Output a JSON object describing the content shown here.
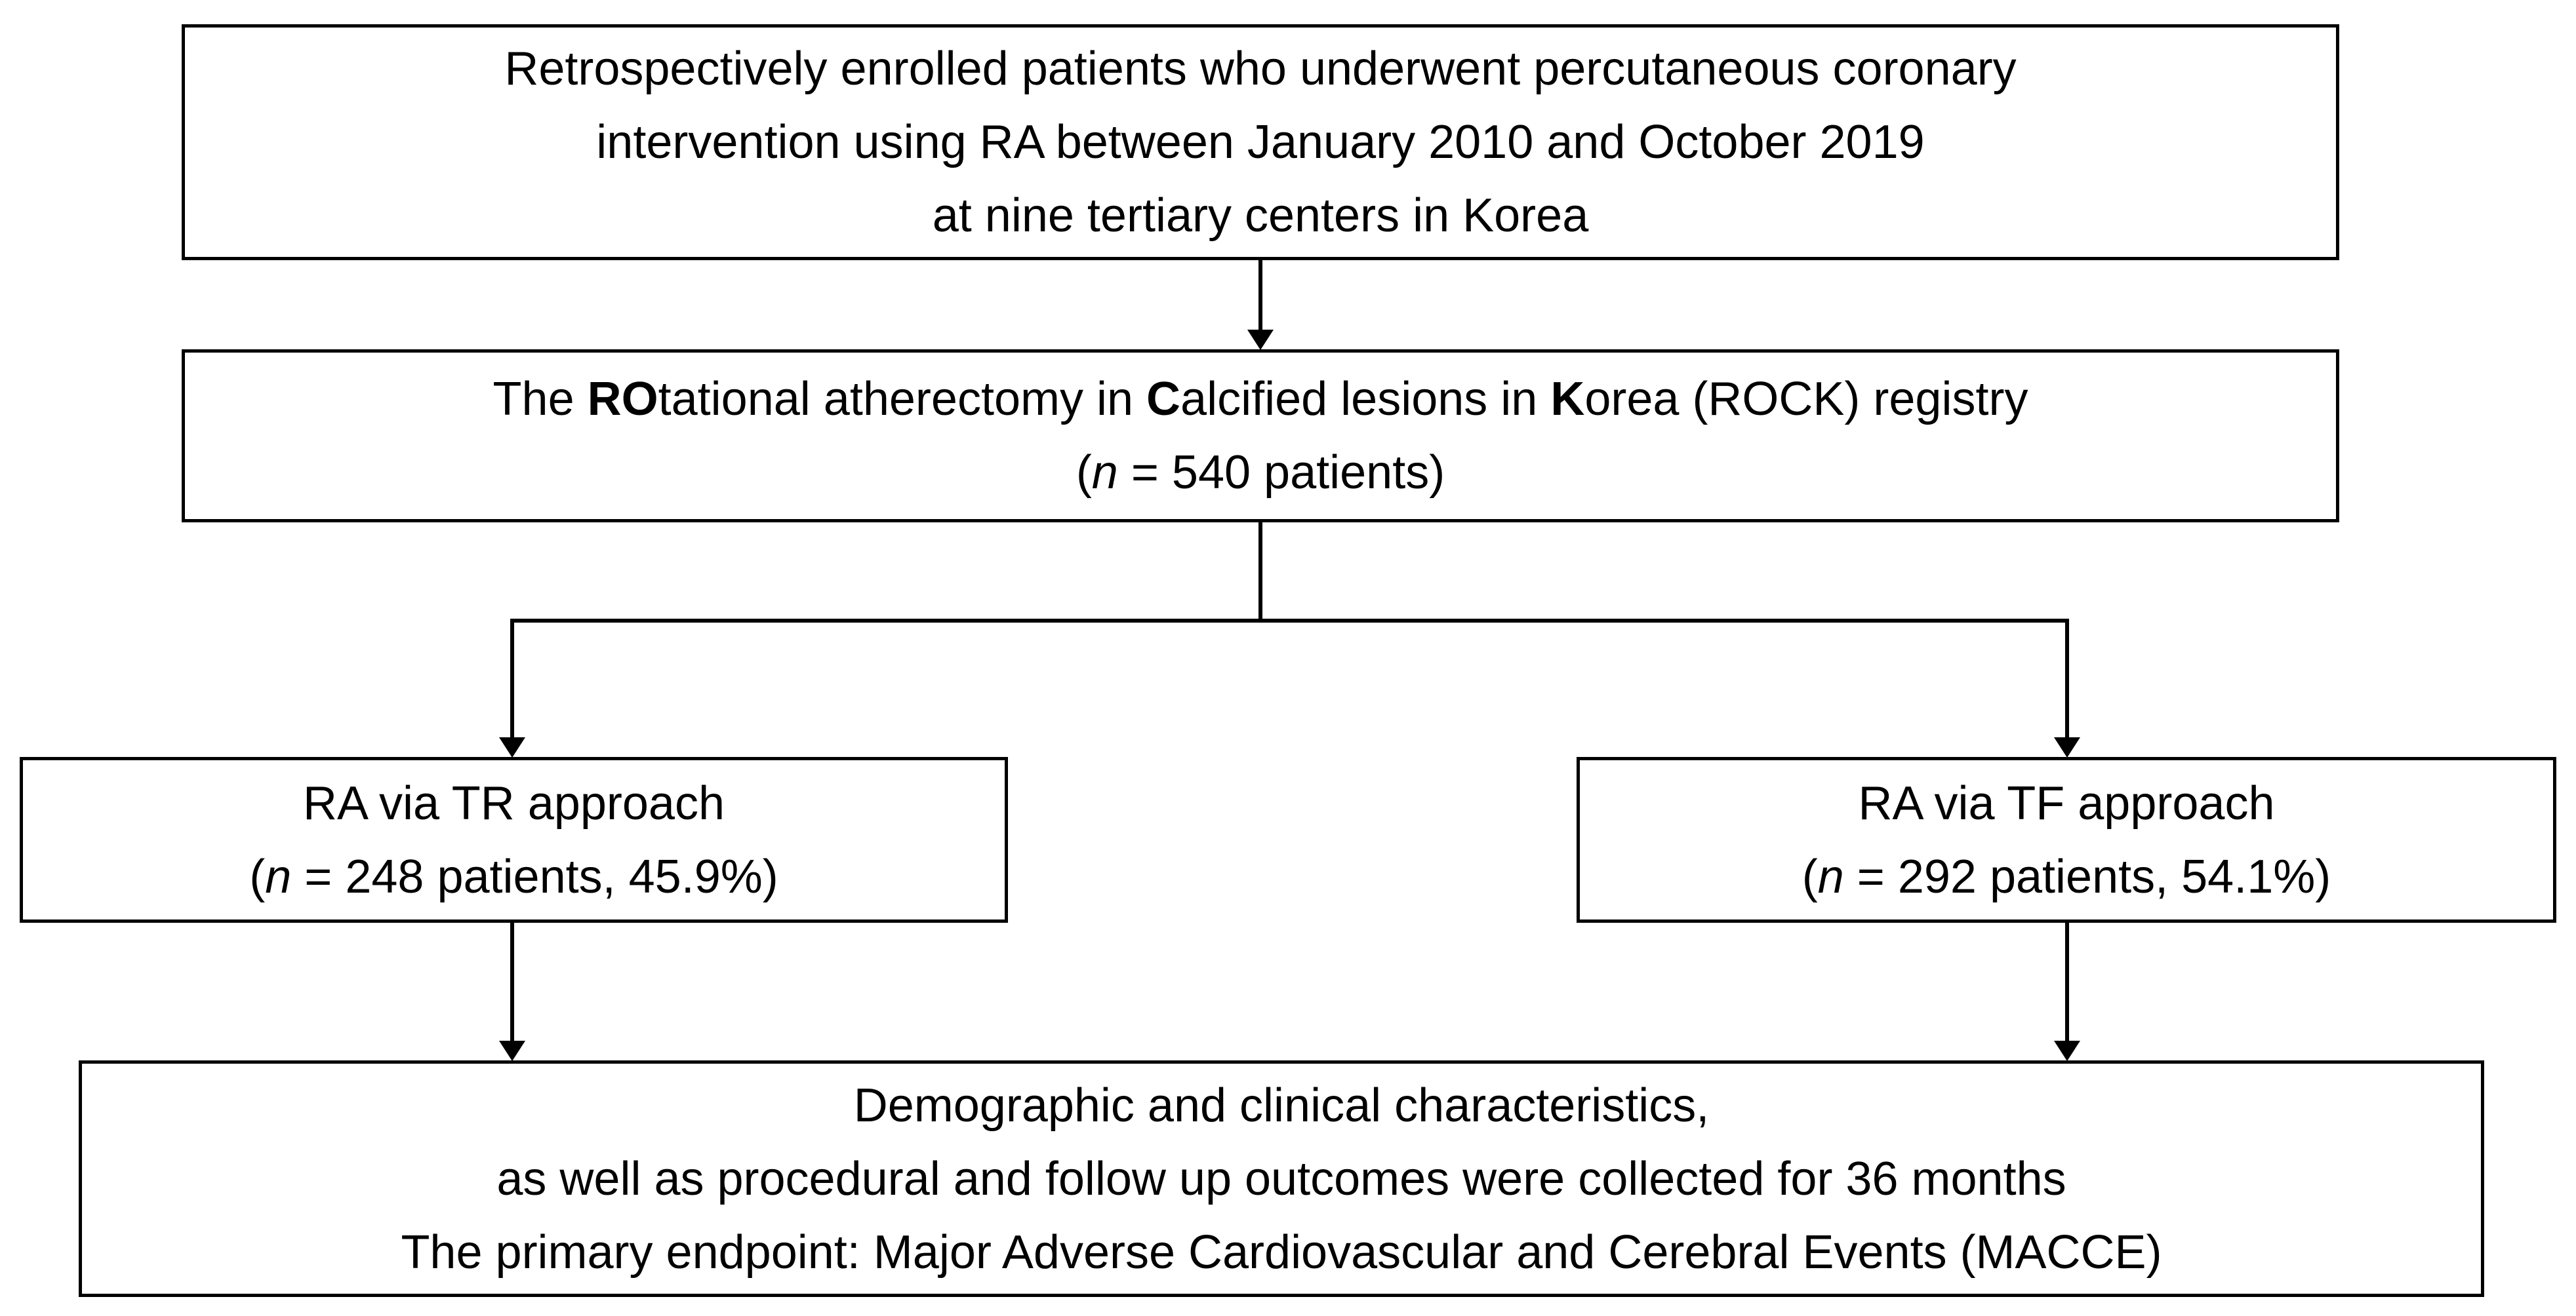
{
  "colors": {
    "ink": "#000000",
    "background": "#ffffff"
  },
  "flowchart": {
    "enrollment_box": {
      "line1": "Retrospectively enrolled patients who underwent percutaneous coronary",
      "line2": "intervention using RA between January 2010 and October 2019",
      "line3": "at nine tertiary centers in Korea"
    },
    "registry_box": {
      "seg1": "The ",
      "seg2_bold": "RO",
      "seg3": "tational atherectomy in ",
      "seg4_bold": "C",
      "seg5": "alcified lesions in ",
      "seg6_bold": "K",
      "seg7": "orea (ROCK) registry",
      "count_open": "(",
      "count_n": "n",
      "count_rest": " = 540 patients)"
    },
    "tr_box": {
      "title": "RA via TR approach",
      "count_open": "(",
      "count_n": "n",
      "count_rest": " = 248 patients, 45.9%)"
    },
    "tf_box": {
      "title": "RA via TF approach",
      "count_open": "(",
      "count_n": "n",
      "count_rest": " = 292 patients, 54.1%)"
    },
    "outcome_box": {
      "line1": "Demographic and clinical characteristics,",
      "line2": "as well as procedural and follow up outcomes were collected for 36 months",
      "line3": "The primary endpoint: Major Adverse Cardiovascular and Cerebral Events (MACCE)"
    }
  }
}
